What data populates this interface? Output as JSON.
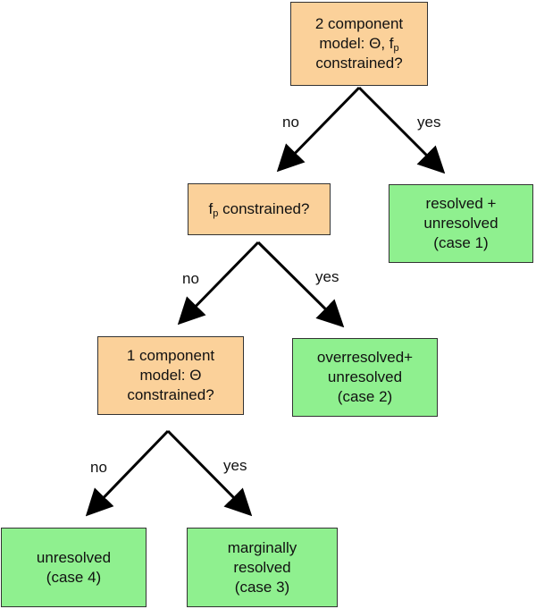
{
  "nodes": {
    "q1": {
      "line1": "2 component",
      "line2_prefix": "model: Θ, f",
      "line2_sub": "p",
      "line3": "constrained?",
      "fill": "#fbd19a"
    },
    "q2": {
      "prefix": "f",
      "sub": "p",
      "suffix": " constrained?",
      "fill": "#fbd19a"
    },
    "q3": {
      "line1": "1 component",
      "line2": "model: Θ",
      "line3": "constrained?",
      "fill": "#fbd19a"
    },
    "case1": {
      "line1": "resolved +",
      "line2": "unresolved",
      "line3": "(case 1)",
      "fill": "#8ff08f"
    },
    "case2": {
      "line1": "overresolved+",
      "line2": "unresolved",
      "line3": "(case 2)",
      "fill": "#8ff08f"
    },
    "case3": {
      "line1": "marginally",
      "line2": "resolved",
      "line3": "(case 3)",
      "fill": "#8ff08f"
    },
    "case4": {
      "line1": "unresolved",
      "line2": "(case 4)",
      "fill": "#8ff08f"
    }
  },
  "edges": {
    "q1_no": "no",
    "q1_yes": "yes",
    "q2_no": "no",
    "q2_yes": "yes",
    "q3_no": "no",
    "q3_yes": "yes"
  },
  "colors": {
    "question_fill": "#fbd19a",
    "outcome_fill": "#8ff08f",
    "stroke": "#000000"
  }
}
